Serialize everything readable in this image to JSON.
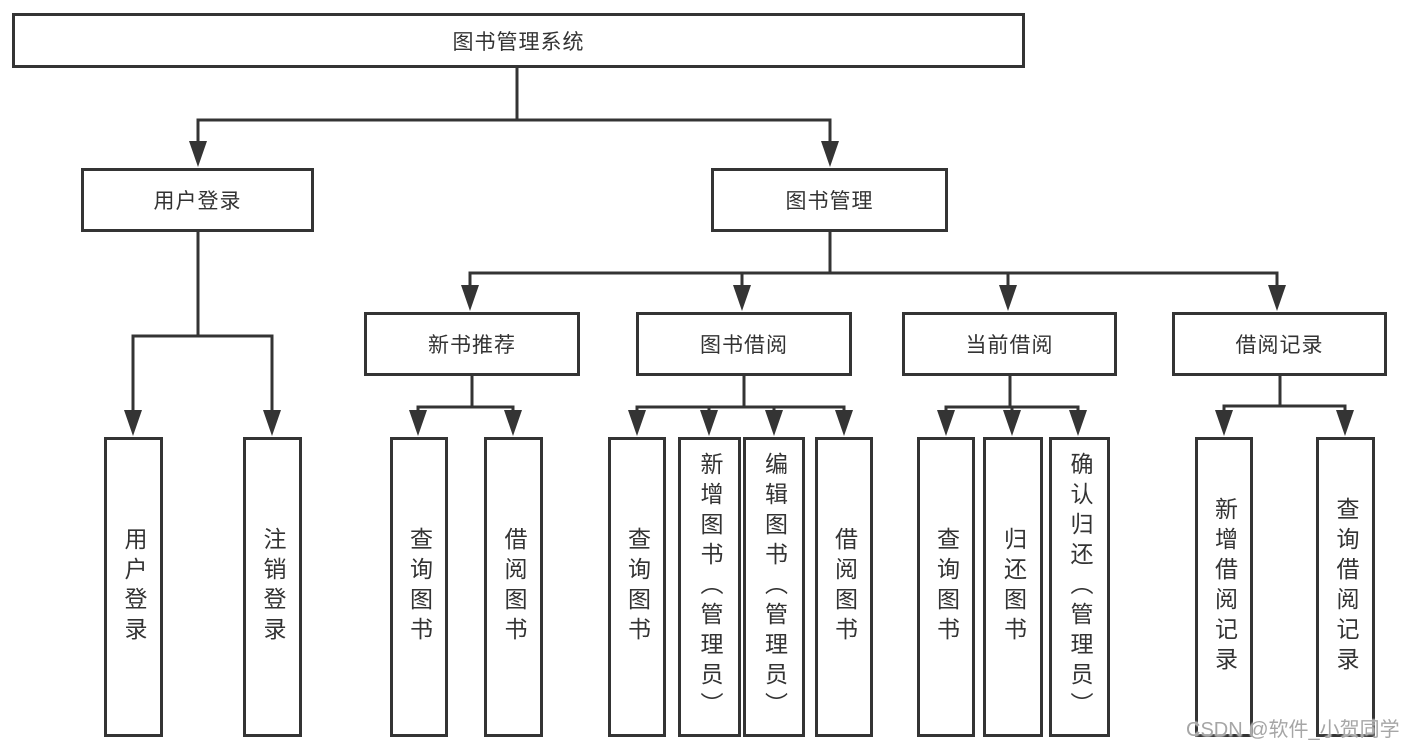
{
  "diagram": {
    "root": {
      "label": "图书管理系统"
    },
    "level2": [
      {
        "label": "用户登录"
      },
      {
        "label": "图书管理"
      }
    ],
    "user_login_children": [
      {
        "label": "用户登录"
      },
      {
        "label": "注销登录"
      }
    ],
    "book_mgmt_children": [
      {
        "label": "新书推荐"
      },
      {
        "label": "图书借阅"
      },
      {
        "label": "当前借阅"
      },
      {
        "label": "借阅记录"
      }
    ],
    "new_book_rec_children": [
      {
        "label": "查询图书"
      },
      {
        "label": "借阅图书"
      }
    ],
    "book_borrow_children": [
      {
        "label": "查询图书"
      },
      {
        "label": "新增图书（管理员）"
      },
      {
        "label": "编辑图书（管理员）"
      },
      {
        "label": "借阅图书"
      }
    ],
    "current_borrow_children": [
      {
        "label": "查询图书"
      },
      {
        "label": "归还图书"
      },
      {
        "label": "确认归还（管理员）"
      }
    ],
    "borrow_records_children": [
      {
        "label": "新增借阅记录"
      },
      {
        "label": "查询借阅记录"
      }
    ]
  },
  "watermark": {
    "text": "CSDN @软件_小贺同学"
  },
  "colors": {
    "line": "#343434",
    "box_border": "#343434",
    "text": "#333333",
    "watermark": "#a6a6a6",
    "background": "#ffffff"
  }
}
